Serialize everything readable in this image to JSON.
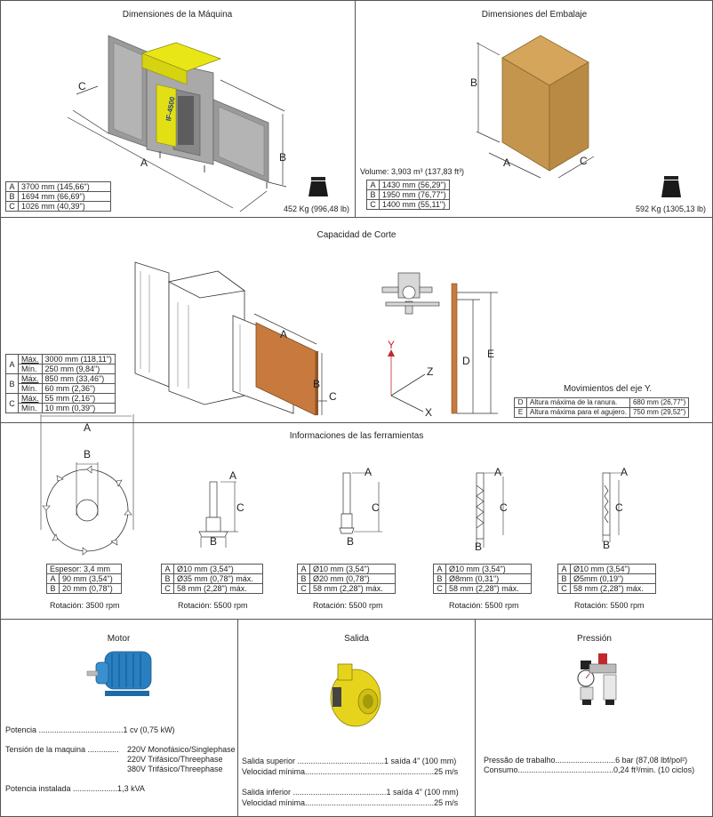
{
  "machine": {
    "title": "Dimensiones de la Máquina",
    "rows": [
      {
        "k": "A",
        "v": "3700 mm (145,66\")"
      },
      {
        "k": "B",
        "v": "1694 mm (66,69\")"
      },
      {
        "k": "C",
        "v": "1026 mm (40,39\")"
      }
    ],
    "weight": "452 Kg (996,48 lb)",
    "label_a": "A",
    "label_b": "B",
    "label_c": "C",
    "logo": "IF-4500"
  },
  "packaging": {
    "title": "Dimensiones del Embalaje",
    "volume": "Volume: 3,903 m³ (137,83 ft³)",
    "rows": [
      {
        "k": "A",
        "v": "1430 mm (56,29\")"
      },
      {
        "k": "B",
        "v": "1950 mm (76,77\")"
      },
      {
        "k": "C",
        "v": "1400 mm (55,11\")"
      }
    ],
    "weight": "592 Kg (1305,13 lb)",
    "label_a": "A",
    "label_b": "B",
    "label_c": "C"
  },
  "cutting": {
    "title": "Capacidad de Corte",
    "rows": [
      {
        "k": "A",
        "max_l": "Máx.",
        "max_v": "3000 mm (118,11\")",
        "min_l": "Mín.",
        "min_v": "250 mm (9,84\")"
      },
      {
        "k": "B",
        "max_l": "Máx.",
        "max_v": "850 mm (33,46\")",
        "min_l": "Mín.",
        "min_v": "60 mm (2,36\")"
      },
      {
        "k": "C",
        "max_l": "Máx.",
        "max_v": "55 mm (2,16\")",
        "min_l": "Mín.",
        "min_v": "10 mm (0,39\")"
      }
    ],
    "label_a": "A",
    "label_b": "B",
    "label_c": "C",
    "axis_y": "Y",
    "axis_z": "Z",
    "axis_x": "X",
    "label_d": "D",
    "label_e": "E",
    "yaxis_title": "Movimientos del eje Y.",
    "yaxis_rows": [
      {
        "k": "D",
        "d": "Altura máxima de la ranura.",
        "v": "680 mm (26,77\")"
      },
      {
        "k": "E",
        "d": "Altura máxima para el agujero.",
        "v": "750 mm (29,52\")"
      }
    ]
  },
  "tools": {
    "title": "Informaciones de las ferramientas",
    "saw": {
      "espesor": "Espesor: 3,4 mm",
      "rows": [
        {
          "k": "A",
          "v": "90 mm (3,54\")"
        },
        {
          "k": "B",
          "v": "20 mm (0,78\")"
        }
      ],
      "rotation": "Rotación: 3500 rpm",
      "label_a": "A",
      "label_b": "B"
    },
    "bits": [
      {
        "rows": [
          {
            "k": "A",
            "v": "Ø10 mm (3,54\")"
          },
          {
            "k": "B",
            "v": "Ø35 mm (0,78\") máx."
          },
          {
            "k": "C",
            "v": "58 mm (2,28\") máx."
          }
        ],
        "rotation": "Rotación: 5500 rpm"
      },
      {
        "rows": [
          {
            "k": "A",
            "v": "Ø10 mm (3,54\")"
          },
          {
            "k": "B",
            "v": "Ø20 mm (0,78\")"
          },
          {
            "k": "C",
            "v": "58 mm (2,28\") máx."
          }
        ],
        "rotation": "Rotación: 5500 rpm"
      },
      {
        "rows": [
          {
            "k": "A",
            "v": "Ø10 mm (3,54\")"
          },
          {
            "k": "B",
            "v": "Ø8mm (0,31\")"
          },
          {
            "k": "C",
            "v": "58 mm (2,28\") máx."
          }
        ],
        "rotation": "Rotación: 5500 rpm"
      },
      {
        "rows": [
          {
            "k": "A",
            "v": "Ø10 mm (3,54\")"
          },
          {
            "k": "B",
            "v": "Ø5mm (0,19\")"
          },
          {
            "k": "C",
            "v": "58 mm (2,28\") máx."
          }
        ],
        "rotation": "Rotación: 5500 rpm"
      }
    ],
    "label_a": "A",
    "label_b": "B",
    "label_c": "C"
  },
  "motor": {
    "title": "Motor",
    "potencia": "Potencia ......................................1 cv (0,75 kW)",
    "tension_label": "Tensión de la maquina ..............",
    "tension_1": "220V Monofásico/Singlephase",
    "tension_2": "220V Trifásico/Threephase",
    "tension_3": "380V Trifásico/Threephase",
    "instalada": "Potencia instalada ....................1,3 kVA"
  },
  "salida": {
    "title": "Salida",
    "sup": "Salida superior .......................................1 saída 4\" (100 mm)",
    "vel1": "Velocidad mínima..........................................................25 m/s",
    "inf": "Salida inferior ..........................................1 saída 4\" (100 mm)",
    "vel2": "Velocidad mínima..........................................................25 m/s"
  },
  "pression": {
    "title": "Pressión",
    "trabajo": "Pressão de trabalho...........................6 bar (87,08 lbf/pol²)",
    "consumo": "Consumo...........................................0,24 ft³/min. (10 ciclos)"
  }
}
